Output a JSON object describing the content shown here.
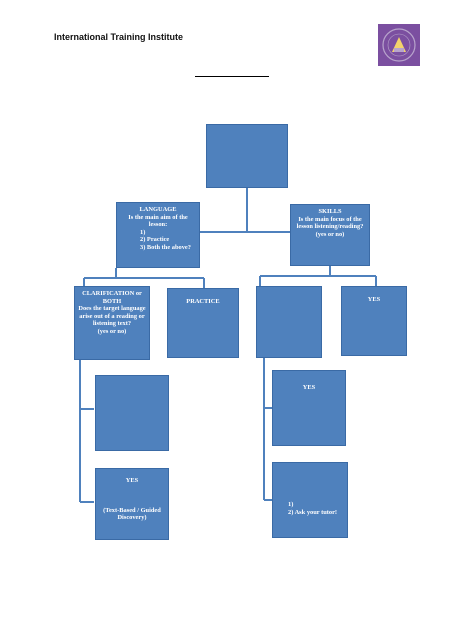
{
  "header": {
    "title": "International Training Institute",
    "logo_colors": {
      "background": "#7b4fa0",
      "ring": "#b8a4cc",
      "accent": "#f3d36b"
    },
    "logo_icon": "institute-seal-icon"
  },
  "diagram": {
    "box_color": "#4f81bd",
    "root": {
      "text": ""
    },
    "language": {
      "heading": "LANGUAGE",
      "question": "Is the main aim of the lesson:",
      "options": [
        "1)",
        "2) Practice",
        "3) Both the above?"
      ]
    },
    "skills": {
      "heading": "SKILLS",
      "question": "Is the main focus of the lesson listening/reading?",
      "hint": "(yes or no)"
    },
    "clarification": {
      "heading": "CLARIFICATION or BOTH",
      "question": "Does the target language arise out of a reading or listening text?",
      "hint": "(yes or no)"
    },
    "practice": {
      "heading": "PRACTICE"
    },
    "skills_no": {
      "text": ""
    },
    "skills_yes": {
      "heading": "YES"
    },
    "clar_no": {
      "text": ""
    },
    "clar_yes": {
      "heading": "YES",
      "detail": "(Text-Based / Guided Discovery)"
    },
    "skills_no_yes": {
      "heading": "YES"
    },
    "skills_no_options": {
      "line1": "1)",
      "line2": "2)  Ask your tutor!"
    }
  }
}
